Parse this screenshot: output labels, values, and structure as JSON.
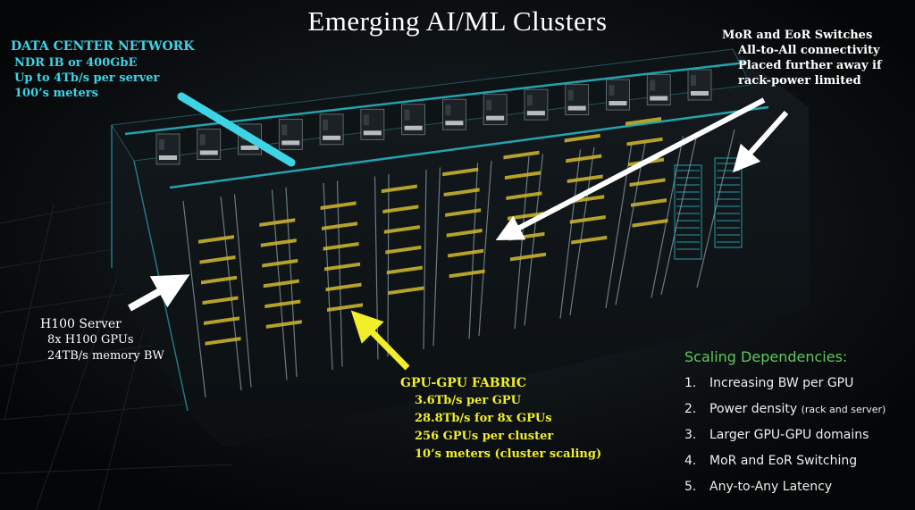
{
  "title": "Emerging AI/ML Clusters",
  "data_center_network": {
    "heading": "DATA CENTER NETWORK",
    "lines": [
      "NDR IB or 400GbE",
      "Up to 4Tb/s per server",
      "100’s meters"
    ]
  },
  "mor_eor": {
    "heading": "MoR and EoR Switches",
    "lines": [
      "All-to-All connectivity",
      "Placed further away if",
      "rack-power limited"
    ]
  },
  "h100_server": {
    "heading": "H100 Server",
    "lines": [
      "8x H100 GPUs",
      "24TB/s memory BW"
    ]
  },
  "gpu_fabric": {
    "heading": "GPU-GPU FABRIC",
    "lines": [
      "3.6Tb/s per GPU",
      "28.8Tb/s for 8x GPUs",
      "256 GPUs per cluster",
      "10’s meters (cluster scaling)"
    ]
  },
  "scaling": {
    "heading": "Scaling Dependencies:",
    "items": [
      {
        "num": "1.",
        "text": "Increasing BW per GPU",
        "note": ""
      },
      {
        "num": "2.",
        "text": "Power density",
        "note": "(rack and server)"
      },
      {
        "num": "3.",
        "text": "Larger GPU-GPU domains",
        "note": ""
      },
      {
        "num": "4.",
        "text": "MoR and EoR Switching",
        "note": ""
      },
      {
        "num": "5.",
        "text": "Any-to-Any Latency",
        "note": ""
      }
    ]
  },
  "colors": {
    "network_cyan": "#3fd3e6",
    "fabric_yellow": "#f2ee2a",
    "scaling_green": "#5ec95e",
    "arrow_white": "#ffffff"
  }
}
